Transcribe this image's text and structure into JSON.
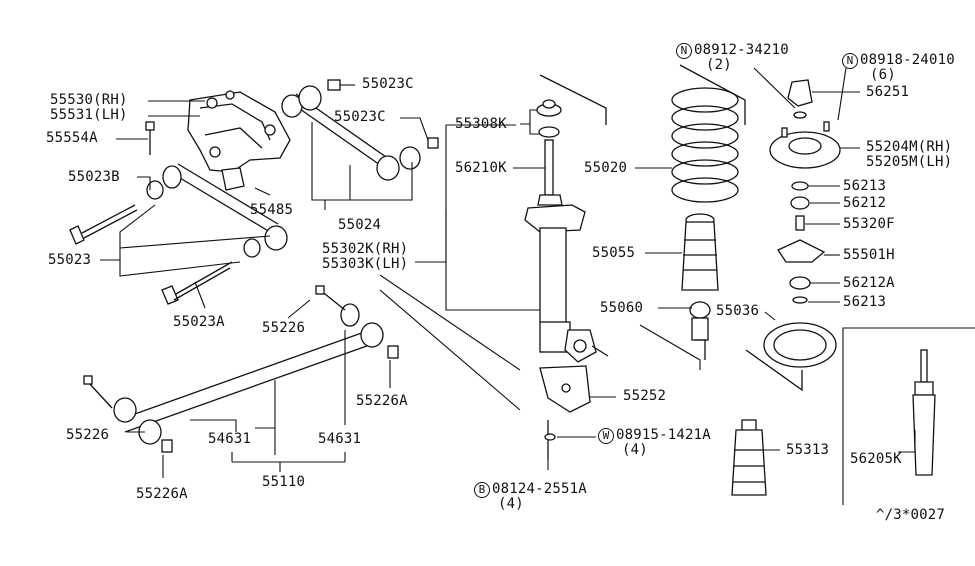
{
  "diagram": {
    "labels": [
      {
        "id": "p55530",
        "text": "55530(RH)"
      },
      {
        "id": "p55531",
        "text": "55531(LH)"
      },
      {
        "id": "p55554a",
        "text": "55554A"
      },
      {
        "id": "p55023b",
        "text": "55023B"
      },
      {
        "id": "p55485",
        "text": "55485"
      },
      {
        "id": "p55023",
        "text": "55023"
      },
      {
        "id": "p55023a",
        "text": "55023A"
      },
      {
        "id": "p55023c1",
        "text": "55023C"
      },
      {
        "id": "p55023c2",
        "text": "55023C"
      },
      {
        "id": "p55024",
        "text": "55024"
      },
      {
        "id": "p55302k",
        "text": "55302K(RH)"
      },
      {
        "id": "p55303k",
        "text": "55303K(LH)"
      },
      {
        "id": "p55226_top",
        "text": "55226"
      },
      {
        "id": "p55226a_top",
        "text": "55226A"
      },
      {
        "id": "p55226_bot",
        "text": "55226"
      },
      {
        "id": "p55226a_bot",
        "text": "55226A"
      },
      {
        "id": "p54631_l",
        "text": "54631"
      },
      {
        "id": "p54631_r",
        "text": "54631"
      },
      {
        "id": "p55110",
        "text": "55110"
      },
      {
        "id": "p55308k",
        "text": "55308K"
      },
      {
        "id": "p56210k",
        "text": "56210K"
      },
      {
        "id": "p55020",
        "text": "55020"
      },
      {
        "id": "p55055",
        "text": "55055"
      },
      {
        "id": "p55060",
        "text": "55060"
      },
      {
        "id": "p55036",
        "text": "55036"
      },
      {
        "id": "p55252",
        "text": "55252"
      },
      {
        "id": "p55313",
        "text": "55313"
      },
      {
        "id": "pN08912",
        "text": "08912-34210"
      },
      {
        "id": "pN08912q",
        "text": "(2)"
      },
      {
        "id": "pN08918",
        "text": "08918-24010"
      },
      {
        "id": "pN08918q",
        "text": "(6)"
      },
      {
        "id": "p56251",
        "text": "56251"
      },
      {
        "id": "p55204m",
        "text": "55204M(RH)"
      },
      {
        "id": "p55205m",
        "text": "55205M(LH)"
      },
      {
        "id": "p56213a",
        "text": "56213"
      },
      {
        "id": "p56212",
        "text": "56212"
      },
      {
        "id": "p55320f",
        "text": "55320F"
      },
      {
        "id": "p55501h",
        "text": "55501H"
      },
      {
        "id": "p56212a",
        "text": "56212A"
      },
      {
        "id": "p56213b",
        "text": "56213"
      },
      {
        "id": "p56205k",
        "text": "56205K"
      },
      {
        "id": "pW08915",
        "text": "08915-1421A"
      },
      {
        "id": "pW08915q",
        "text": "(4)"
      },
      {
        "id": "pB08124",
        "text": "08124-2551A"
      },
      {
        "id": "pB08124q",
        "text": "(4)"
      },
      {
        "id": "pcode",
        "text": "^/3*0027"
      }
    ],
    "badges": {
      "N": "N",
      "W": "W",
      "B": "B"
    }
  }
}
